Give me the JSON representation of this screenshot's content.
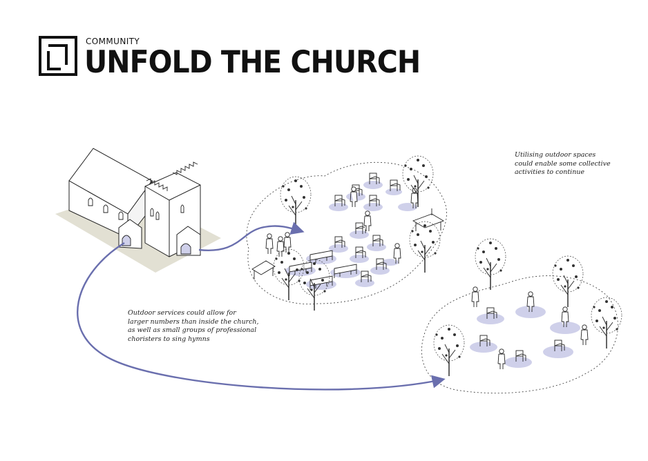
{
  "header": {
    "kicker": "COMMUNITY",
    "title": "UNFOLD THE CHURCH"
  },
  "annotations": {
    "outdoor_spaces": [
      "Utilising outdoor spaces",
      "could enable some collective",
      "activities to continue"
    ],
    "outdoor_services": [
      "Outdoor services could allow for",
      "larger numbers than inside the church,",
      "as well as small groups of professional",
      "choristers to sing hymns"
    ]
  },
  "colors": {
    "accent_arrow": "#6a6fae",
    "spot_fill": "#cfd0ea",
    "ground": "#e2e0d3",
    "ink": "#222222"
  }
}
